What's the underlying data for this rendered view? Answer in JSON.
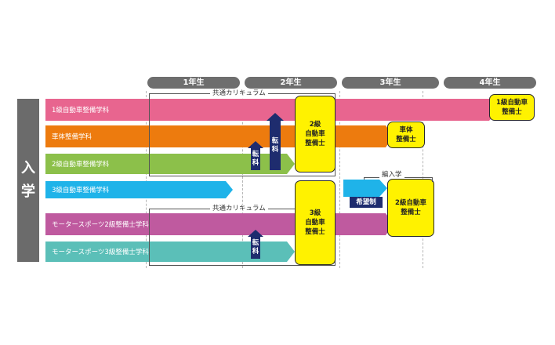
{
  "years": [
    "1年生",
    "2年生",
    "3年生",
    "4年生"
  ],
  "entry_label": [
    "入",
    "学"
  ],
  "curriculum_label": "共通カリキュラム",
  "transfer_label": "転科",
  "transfer_in_label": "編入学",
  "applicant_label": "希望制",
  "courses": [
    {
      "name": "1級自動車整備学科",
      "color": "#e8658f"
    },
    {
      "name": "車体整備学科",
      "color": "#ed7b0e"
    },
    {
      "name": "2級自動車整備学科",
      "color": "#8cc04a"
    },
    {
      "name": "3級自動車整備学科",
      "color": "#1fb3e9"
    },
    {
      "name": "モータースポーツ2級整備士学科",
      "color": "#bf5a9f"
    },
    {
      "name": "モータースポーツ3級整備士学科",
      "color": "#5bbfb8"
    }
  ],
  "certs": {
    "level1": "1級自動車\n整備士",
    "body": "車体\n整備士",
    "level2_top": "2級\n自動車\n整備士",
    "level3": "3級\n自動車\n整備士",
    "level2_right": "2級自動車\n整備士"
  },
  "colors": {
    "year_bg": "#6e6e6e",
    "entry_bg": "#6b6b6b",
    "cert": "#fff200",
    "transfer": "#1e2c6e",
    "transfer_in": "#1fb3e9"
  }
}
